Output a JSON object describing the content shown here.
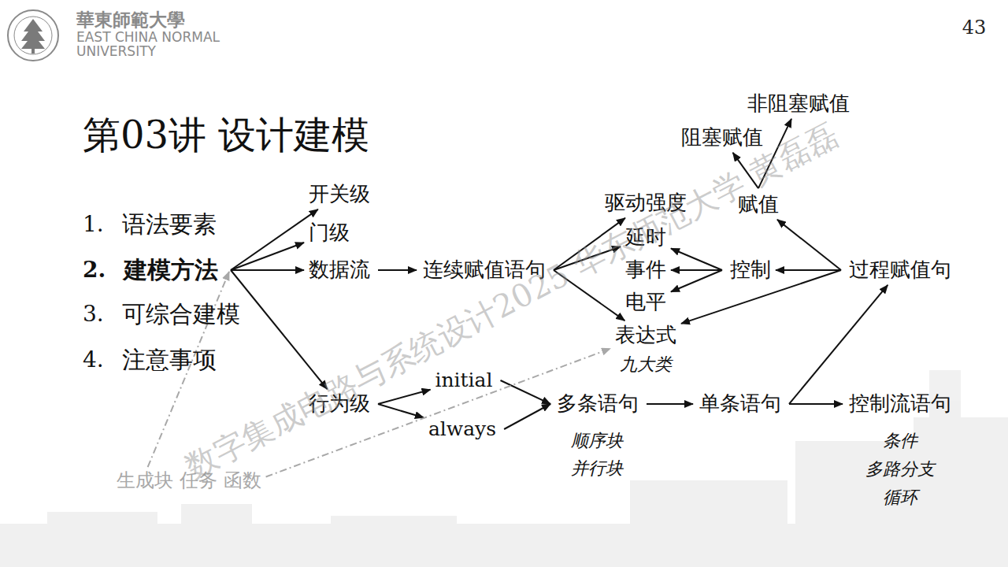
{
  "diagram": {
    "title": "第03讲 设计建模",
    "nodes": [
      {
        "text": [
          "建模方法"
        ]
      },
      {
        "text": [
          "开关级"
        ]
      },
      {
        "text": [
          "门级"
        ]
      },
      {
        "text": [
          "数据流"
        ]
      },
      {
        "text": [
          "行为级"
        ]
      },
      {
        "text": [
          "连续赋值语句"
        ]
      },
      {
        "text": [
          "initial"
        ]
      },
      {
        "text": [
          "always"
        ]
      },
      {
        "text": [
          "多条语句"
        ]
      },
      {
        "text": [
          "单条语句"
        ]
      },
      {
        "text": [
          "控制流语句"
        ]
      },
      {
        "text": [
          "过程赋值句"
        ]
      },
      {
        "text": [
          "控制"
        ]
      },
      {
        "text": [
          "驱动强度"
        ]
      },
      {
        "text": [
          "延时"
        ]
      },
      {
        "text": [
          "事件"
        ]
      },
      {
        "text": [
          "电平"
        ]
      },
      {
        "text": [
          "表达式"
        ]
      },
      {
        "text": [
          "赋值"
        ]
      },
      {
        "text": [
          "阻塞赋值"
        ]
      },
      {
        "text": [
          "非阻塞赋值"
        ]
      },
      {
        "text": [
          "生成块 任务 函数"
        ]
      }
    ],
    "edges": [
      {
        "from": 0,
        "to": 1,
        "arrow": "to"
      },
      {
        "from": 0,
        "to": 2,
        "arrow": "to"
      },
      {
        "from": 0,
        "to": 3,
        "arrow": "to"
      },
      {
        "from": 0,
        "to": 4,
        "arrow": "to"
      },
      {
        "from": 3,
        "to": 5,
        "arrow": "to"
      },
      {
        "from": 5,
        "to": 13,
        "arrow": "to"
      },
      {
        "from": 5,
        "to": 14,
        "arrow": "to"
      },
      {
        "from": 5,
        "to": 17,
        "arrow": "to"
      },
      {
        "from": 12,
        "to": 14,
        "arrow": "to"
      },
      {
        "from": 12,
        "to": 15,
        "arrow": "to"
      },
      {
        "from": 12,
        "to": 16,
        "arrow": "to"
      },
      {
        "from": 11,
        "to": 12,
        "arrow": "to"
      },
      {
        "from": 11,
        "to": 18,
        "arrow": "to"
      },
      {
        "from": 11,
        "to": 17,
        "arrow": "to"
      },
      {
        "from": 18,
        "to": 19,
        "arrow": "to"
      },
      {
        "from": 18,
        "to": 20,
        "arrow": "to"
      },
      {
        "from": 4,
        "to": 6,
        "arrow": "to"
      },
      {
        "from": 4,
        "to": 7,
        "arrow": "to"
      },
      {
        "from": 6,
        "to": 8,
        "arrow": "to"
      },
      {
        "from": 7,
        "to": 8,
        "arrow": "to"
      },
      {
        "from": 8,
        "to": 9,
        "arrow": "to"
      },
      {
        "from": 9,
        "to": 10,
        "arrow": "to"
      },
      {
        "from": 9,
        "to": 11,
        "arrow": "to"
      },
      {
        "from": 21,
        "to": 0,
        "arrow": "to"
      },
      {
        "from": 21,
        "to": 17,
        "arrow": "to"
      }
    ],
    "labels": [
      "43",
      "華東師範大學",
      "EAST CHINA NORMAL",
      "UNIVERSITY",
      "1.",
      "语法要素",
      "2.",
      "3.",
      "可综合建模",
      "4.",
      "注意事项",
      "九大类",
      "顺序块",
      "并行块",
      "条件",
      "多路分支",
      "循环",
      "数字集成电路与系统设计2025 华东师范大学 黄磊磊"
    ]
  }
}
